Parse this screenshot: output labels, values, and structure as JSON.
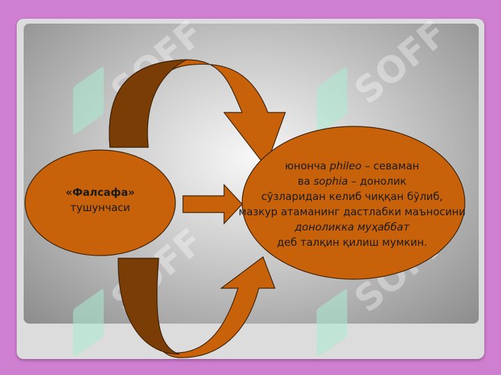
{
  "watermark": {
    "text": "SOFF"
  },
  "left_node": {
    "title": "«Фалсафа»",
    "subtitle": "тушунчаси"
  },
  "right_node": {
    "line1_prefix": "юнонча ",
    "line1_italic": "phileo",
    "line1_suffix": " – севаман",
    "line2_prefix": "ва ",
    "line2_italic": "sophia",
    "line2_suffix": "  – донолик",
    "line3": "сўзларидан келиб чиққан бўлиб,",
    "line4": "мазкур атаманинг дастлабки маъносини",
    "line5_italic": "доноликка муҳаббат",
    "line6": "деб талқин қилиш мумкин."
  },
  "colors": {
    "background": "#cf7fcf",
    "node_fill": "#c8620a",
    "arrow_front": "#c8620a",
    "arrow_back": "#7a3d05",
    "outline": "#3a1f05"
  }
}
